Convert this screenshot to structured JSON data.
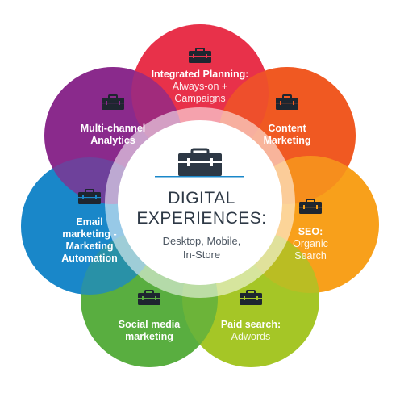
{
  "center": {
    "title_line1": "DIGITAL",
    "title_line2": "EXPERIENCES:",
    "sub_line1": "Desktop, Mobile,",
    "sub_line2": "In-Store",
    "icon": "briefcase-icon"
  },
  "petals": [
    {
      "id": "integrated-planning",
      "color": "#e8314a",
      "icon": "briefcase-icon",
      "lines": [
        {
          "text": "Integrated Planning:",
          "bold": true
        },
        {
          "text": "Always-on +",
          "bold": false
        },
        {
          "text": "Campaigns",
          "bold": false
        }
      ]
    },
    {
      "id": "content-marketing",
      "color": "#f05a22",
      "icon": "briefcase-icon",
      "lines": [
        {
          "text": "Content",
          "bold": true
        },
        {
          "text": "Marketing",
          "bold": true
        }
      ]
    },
    {
      "id": "seo",
      "color": "#f8a11c",
      "icon": "briefcase-icon",
      "lines": [
        {
          "text": "SEO:",
          "bold": true
        },
        {
          "text": "Organic",
          "bold": false
        },
        {
          "text": "Search",
          "bold": false
        }
      ]
    },
    {
      "id": "paid-search",
      "color": "#a5c627",
      "icon": "briefcase-icon",
      "lines": [
        {
          "text": "Paid search:",
          "bold": true
        },
        {
          "text": "Adwords",
          "bold": false
        }
      ]
    },
    {
      "id": "social-media-marketing",
      "color": "#5aae40",
      "icon": "briefcase-icon",
      "lines": [
        {
          "text": "Social media",
          "bold": true
        },
        {
          "text": "marketing",
          "bold": true
        }
      ]
    },
    {
      "id": "email-marketing",
      "color": "#1a87c9",
      "icon": "briefcase-icon",
      "lines": [
        {
          "text": "Email",
          "bold": true
        },
        {
          "text": "marketing -",
          "bold": true
        },
        {
          "text": "Marketing",
          "bold": true
        },
        {
          "text": "Automation",
          "bold": true
        }
      ]
    },
    {
      "id": "multi-channel-analytics",
      "color": "#8a2a8c",
      "icon": "briefcase-icon",
      "lines": [
        {
          "text": "Multi-channel",
          "bold": true
        },
        {
          "text": "Analytics",
          "bold": true
        }
      ]
    }
  ]
}
